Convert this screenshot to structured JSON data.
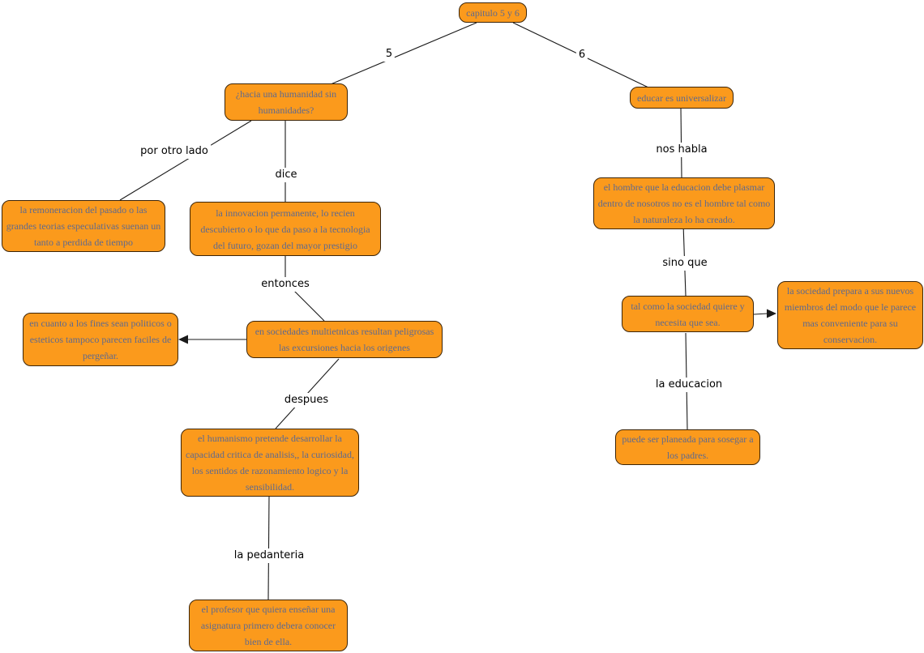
{
  "colors": {
    "canvas_background": "#ffffff",
    "node_fill": "#fb9a1c",
    "node_border": "#3c2407",
    "node_text": "#5f6a8e",
    "link_text": "#000000",
    "line_color": "#1a1a1a"
  },
  "nodes": {
    "capitulo": "capitulo 5 y 6",
    "humanidad": "¿hacia una humanidad sin humanidades?",
    "educar": "educar es universalizar",
    "remoneracion": "la remoneracion del pasado o las grandes teorias especulativas suenan un tanto a perdida de tiempo",
    "innovacion": "la innovacion permanente, lo recien descubierto o lo que da paso a la tecnologia del futuro, gozan del mayor prestigio",
    "sociedades": "en sociedades multietnicas resultan peligrosas las excursiones hacia los origenes",
    "fines": "en cuanto a los fines sean politicos o esteticos tampoco parecen faciles de pergeñar.",
    "humanismo": "el humanismo pretende desarrollar la capacidad critica de analisis,, la curiosidad, los sentidos de razonamiento logico y la sensibilidad.",
    "profesor": "el profesor que quiera enseñar una asignatura primero debera conocer bien de ella.",
    "hombre": "el hombre que la educacion debe plasmar dentro de nosotros no es el hombre tal como la naturaleza lo ha creado.",
    "sociedad_quiere": "tal como la sociedad quiere y necesita que sea.",
    "sociedad_prepara": "la sociedad prepara a sus nuevos miembros del modo que le parece mas conveniente para su conservacion.",
    "planeada": "puede ser planeada para sosegar a los padres."
  },
  "link_labels": {
    "five": "5",
    "six": "6",
    "por_otro_lado": "por otro lado",
    "dice": "dice",
    "entonces": "entonces",
    "despues": "despues",
    "la_pedanteria": "la pedanteria",
    "nos_habla": "nos habla",
    "sino_que": "sino que",
    "la_educacion": "la educacion"
  }
}
